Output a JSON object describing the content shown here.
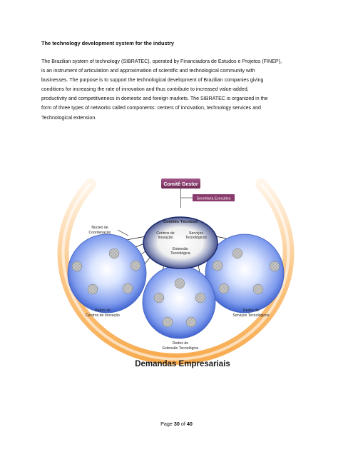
{
  "document": {
    "heading": "The technology development system for the industry",
    "paragraph_lines": [
      "The Brazilian system of technology (SIBRATEC), operated by Financiadora de Estudos e Projetos (FINEP),",
      "is an instrument of articulation and approximation of scientific and technological community with",
      "businesses. The purpose is to support the technological development of Brazilian companies giving",
      "conditions for increasing the rate of innovation and thus contribute to increased value-added,",
      "productivity and competitiveness in domestic and foreign markets. The SIBRATEC is organized in the",
      "form of three types of networks called components: centers of innovation, technology services and",
      "Technological extension."
    ]
  },
  "diagram": {
    "comite_gestor": "Comitê Gestor",
    "secretaria": "Secretaria Executiva",
    "comites_tecnicos": "Comitês Técnicos",
    "centros_line1": "Centros de",
    "centros_line2": "Inovação",
    "servicos_line1": "Serviços",
    "servicos_line2": "Tecnológicos",
    "extensao_line1": "Extensão",
    "extensao_line2": "Tecnológica",
    "nucleo_line1": "Núcleo de",
    "nucleo_line2": "Coordenação",
    "redes_centros_line1": "Redes de",
    "redes_centros_line2": "Centros de Inovação",
    "redes_servicos_line1": "Redes de",
    "redes_servicos_line2": "Serviços Tecnológicos",
    "redes_extensao_line1": "Redes de",
    "redes_extensao_line2": "Extensão Tecnológica",
    "demandas": "Demandas Empresariais",
    "colors": {
      "arc_orange": "#f7a23c",
      "comite_purple": "#8a3a6c",
      "ellipse_navy": "#1c2a6e",
      "sphere_blue": "#6f8fe8"
    }
  },
  "footer": {
    "prefix": "Page ",
    "current": "30",
    "middle": " of ",
    "total": "40"
  }
}
